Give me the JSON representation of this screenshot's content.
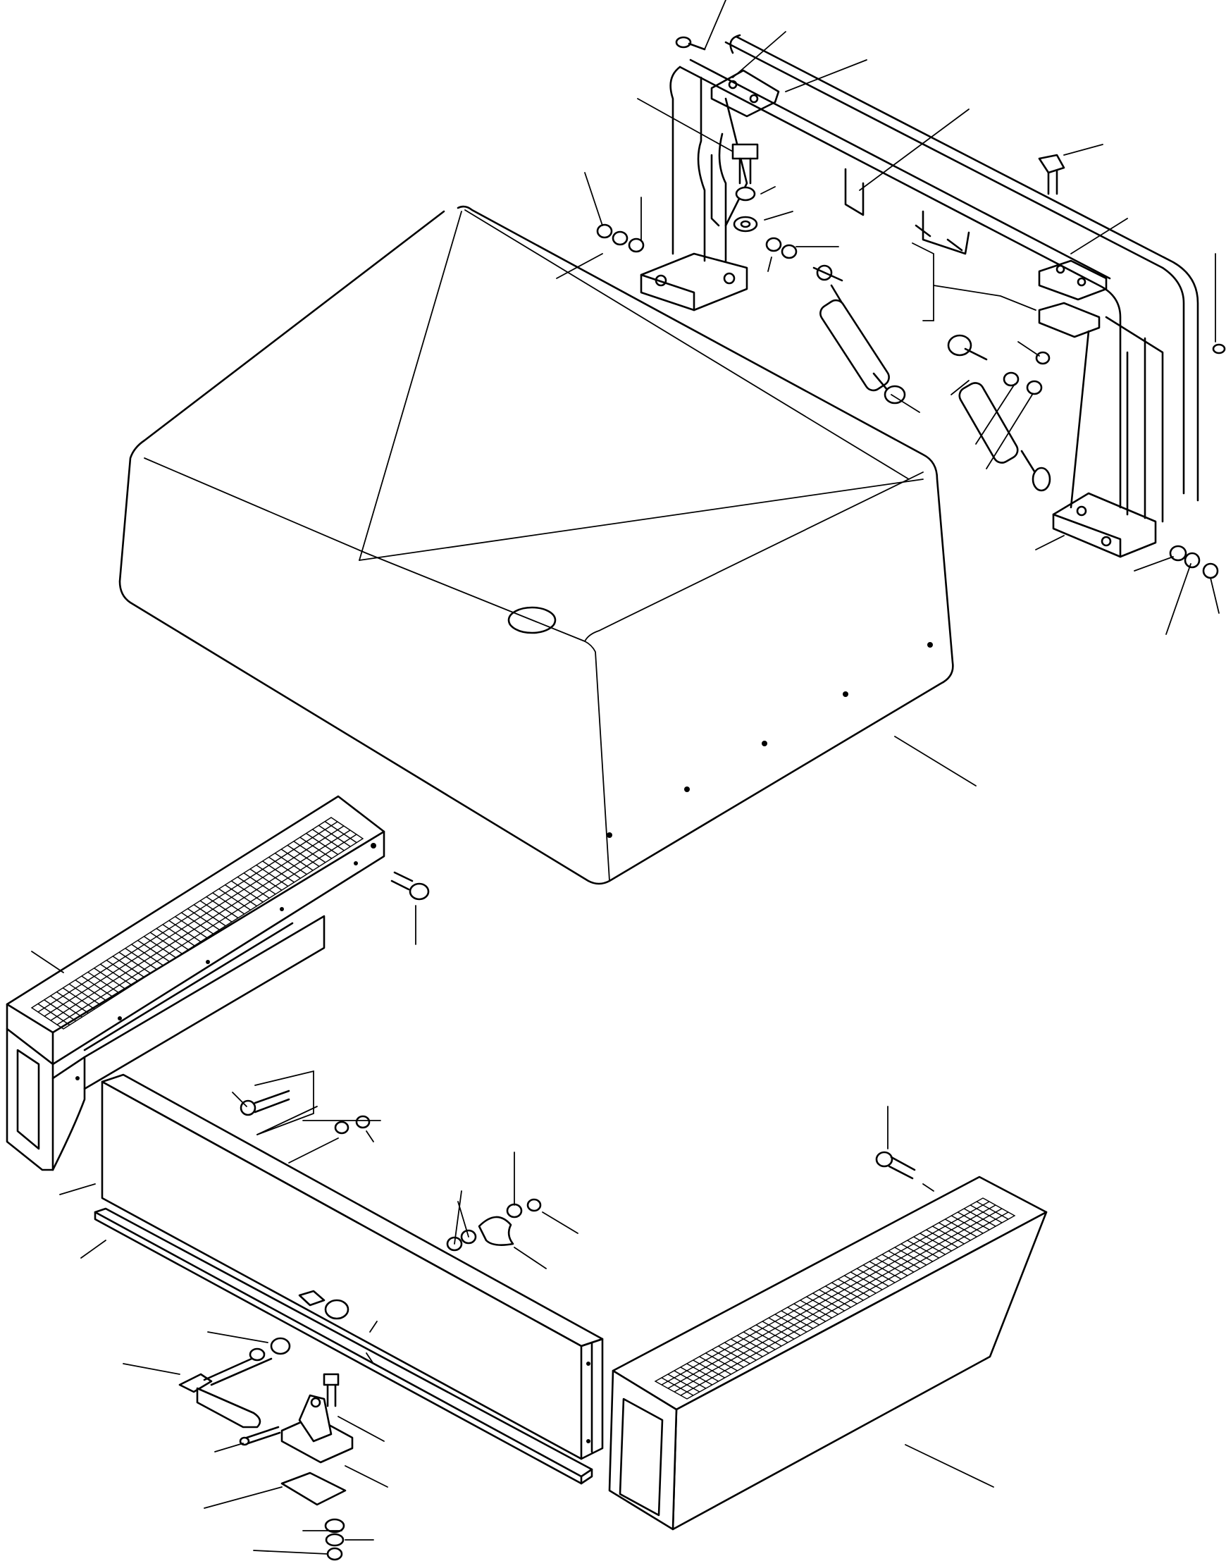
{
  "diagram": {
    "type": "exploded-parts-view",
    "line_color": "#000000",
    "background": "#ffffff",
    "parts": [
      {
        "name": "hood-cover"
      },
      {
        "name": "hood-frame-bracket"
      },
      {
        "name": "gas-spring-left"
      },
      {
        "name": "gas-spring-right"
      },
      {
        "name": "left-side-grille-panel"
      },
      {
        "name": "front-grille-panel"
      },
      {
        "name": "right-side-grille-panel"
      },
      {
        "name": "bottom-seal-strip"
      },
      {
        "name": "latch-handle"
      },
      {
        "name": "latch-bracket"
      },
      {
        "name": "bolts-and-washers"
      }
    ]
  }
}
